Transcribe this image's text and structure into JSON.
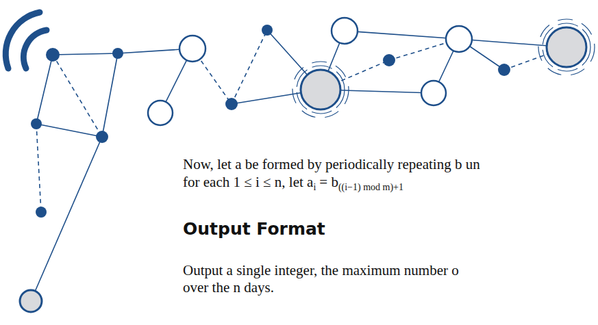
{
  "diagram": {
    "title": "Output Format",
    "labels": [
      "Now, let a be formed by periodically repeating b un",
      "for each 1 ≤ i ≤ n, let a",
      "i",
      "= b",
      "((i−1) mod m)+1",
      "Output a single integer, the maximum number o",
      "over the n days."
    ]
  }
}
